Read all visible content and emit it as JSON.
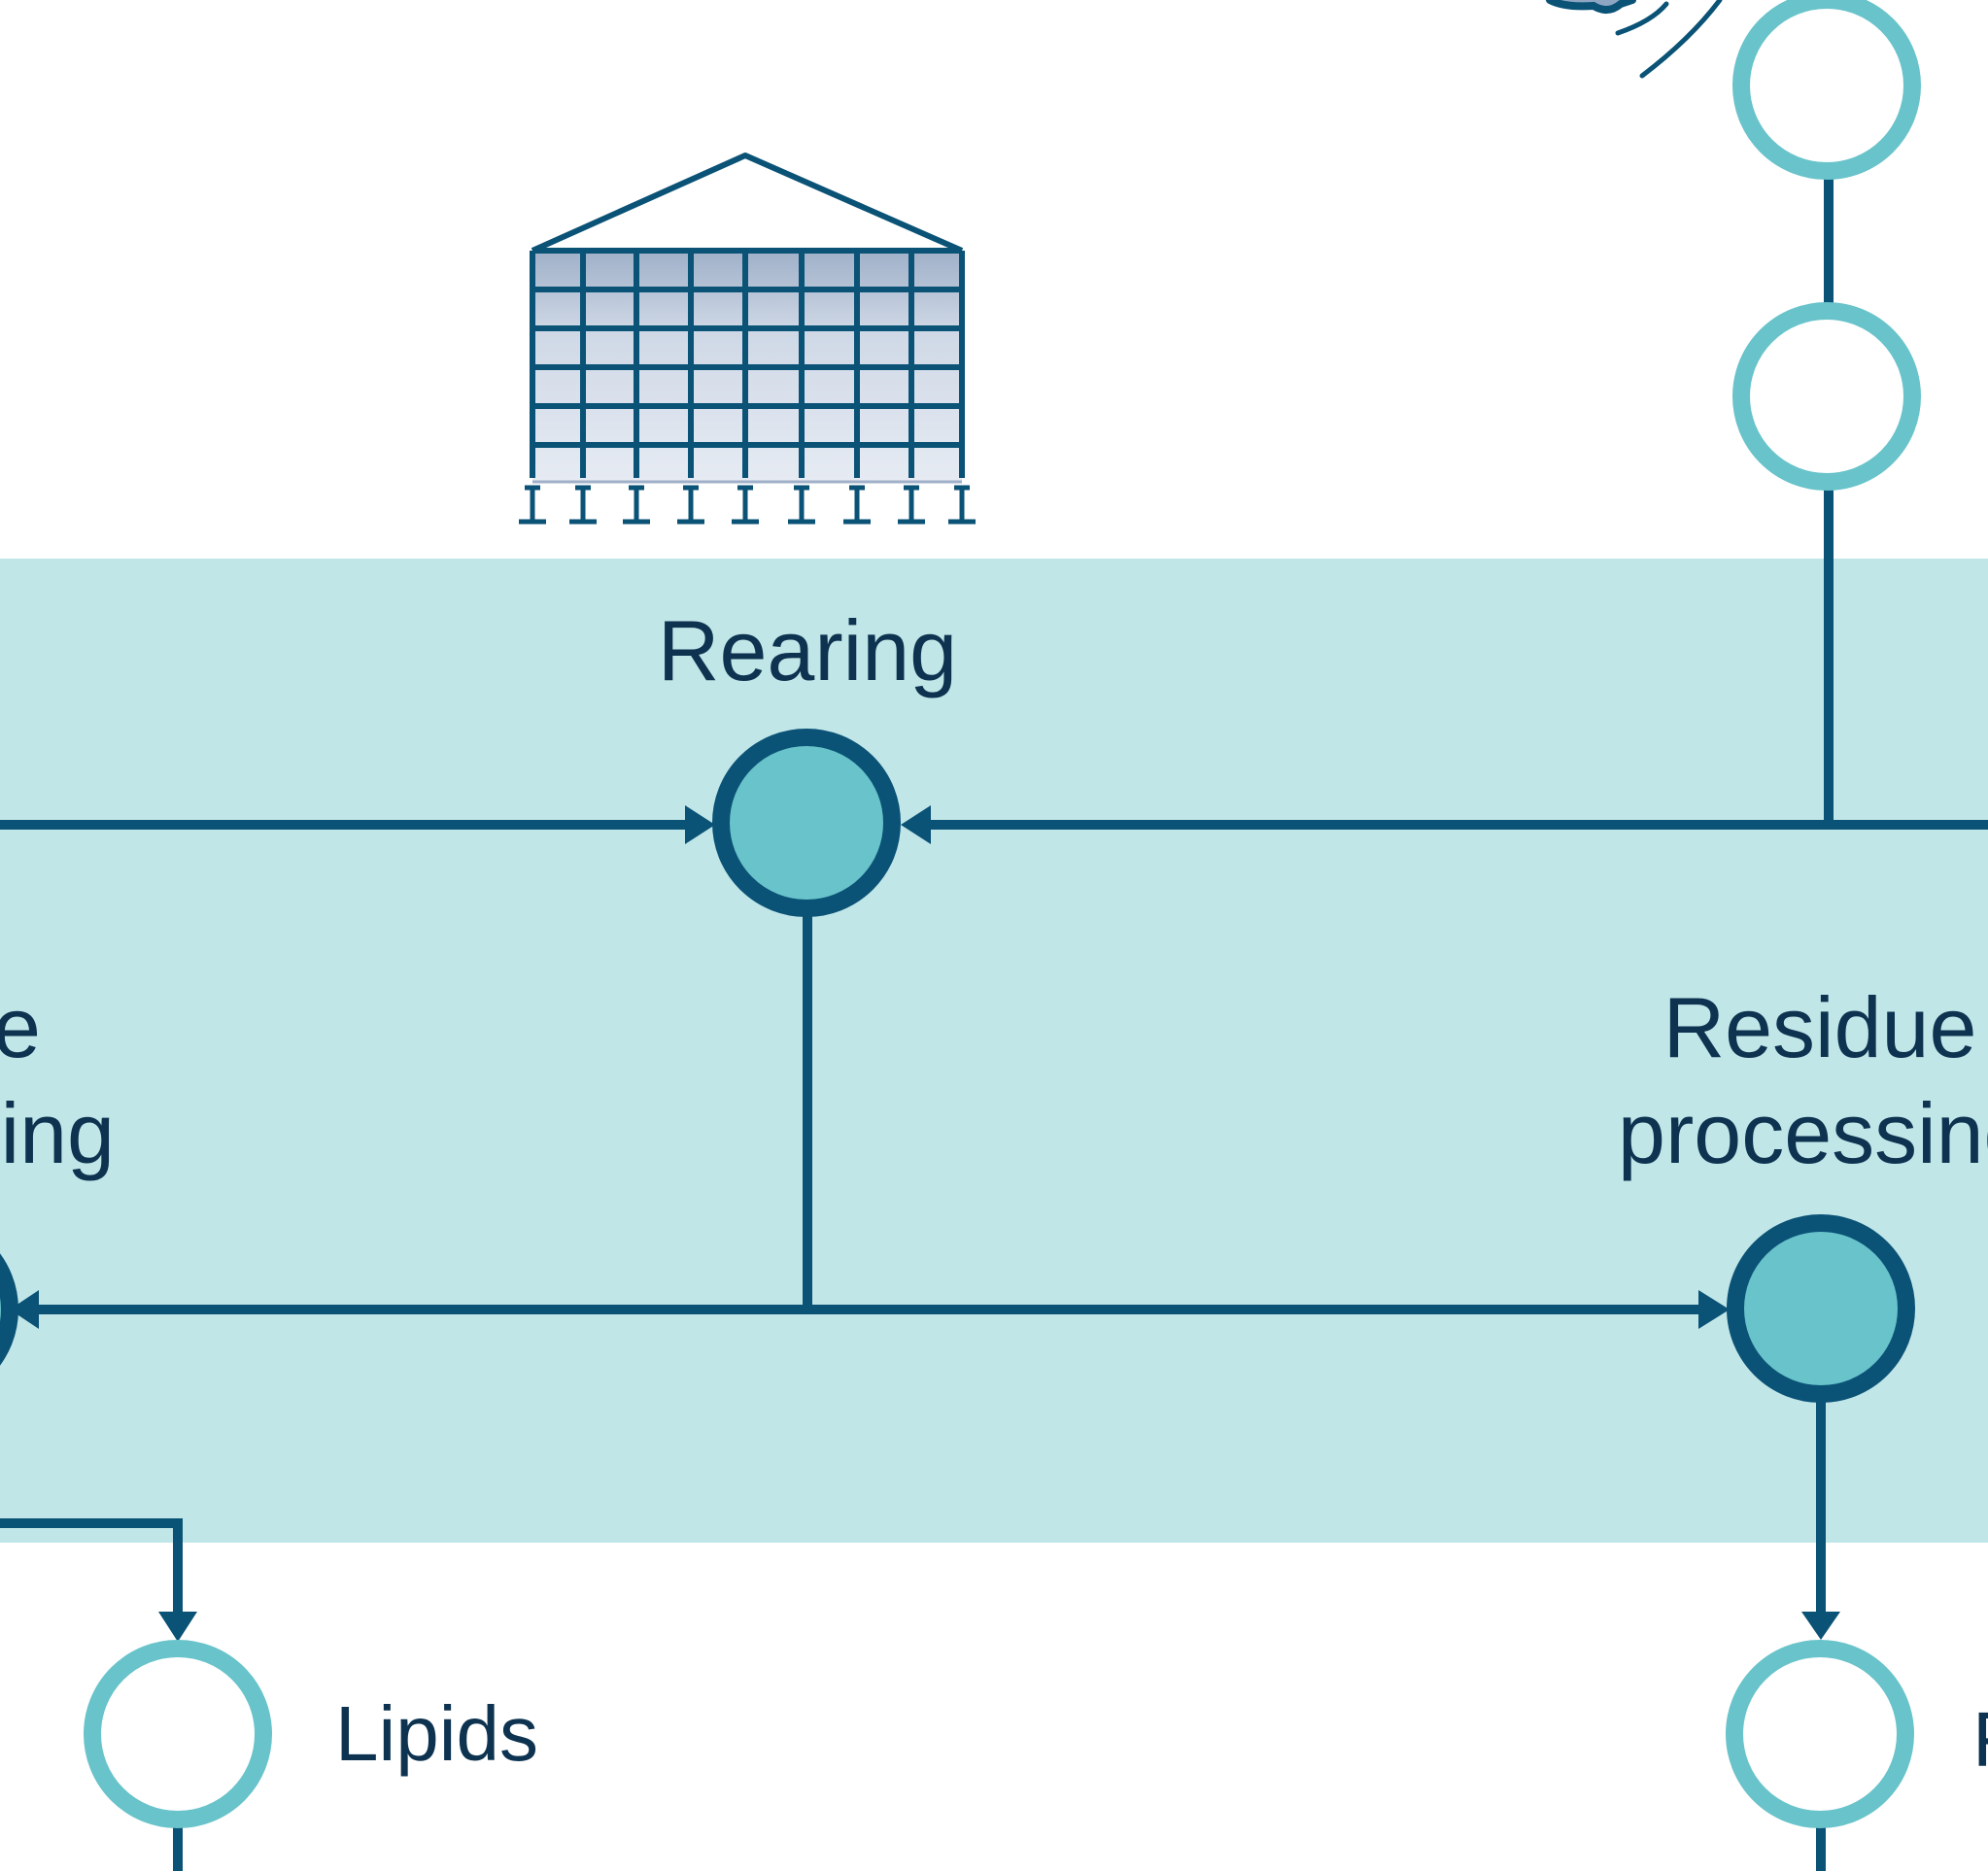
{
  "colors": {
    "band": "#c1e6e8",
    "line": "#0a5276",
    "process_fill": "#68c3ca",
    "process_ring": "#0a5276",
    "output_ring": "#68c3ca",
    "text": "#0d3350"
  },
  "labels": {
    "rearing": "Rearing",
    "residue_line1": "Residue",
    "residue_line2": "processing",
    "left_fragment_line1": "e",
    "left_fragment_line2": "sing",
    "lipids": "Lipids",
    "right_output_fragment": "F"
  },
  "icons": {
    "building": "rearing-facility-icon",
    "insect": "insect-icon"
  }
}
